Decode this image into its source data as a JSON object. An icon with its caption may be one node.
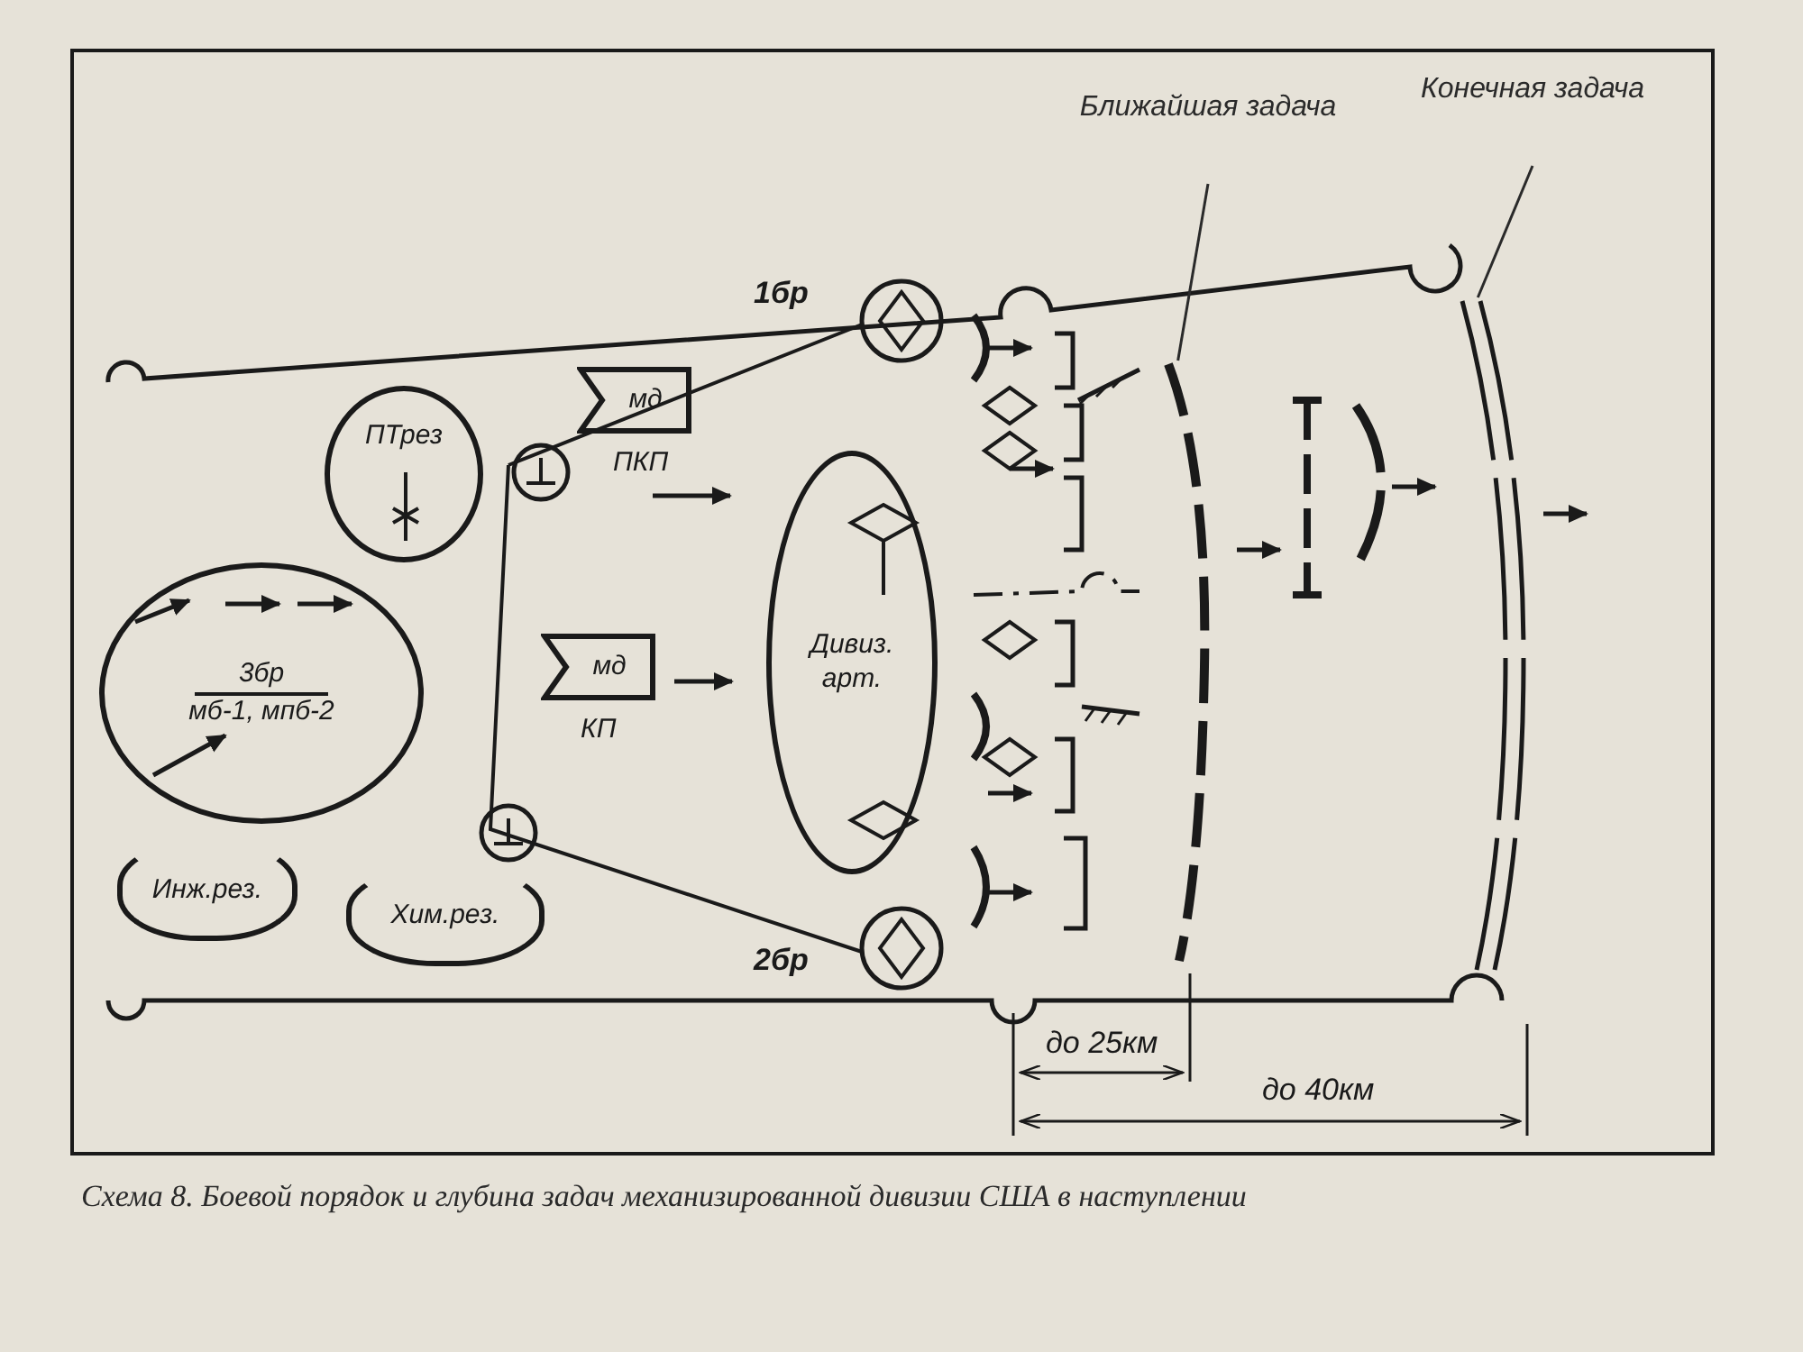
{
  "diagram": {
    "caption": "Схема 8. Боевой порядок и глубина задач механизированной дивизии США в наступлении",
    "nodes": [
      {
        "text": [
          "ПТрез"
        ]
      },
      {
        "text": [
          "3бр",
          "мб-1, мпб-2"
        ]
      },
      {
        "text": [
          "Инж.рез."
        ]
      },
      {
        "text": [
          "Хим.рез."
        ]
      },
      {
        "text": [
          "мд"
        ],
        "beside": [
          "ПКП"
        ]
      },
      {
        "text": [
          "мд"
        ],
        "beside": [
          "КП"
        ]
      },
      {
        "text": [
          "Дивиз. арт."
        ]
      },
      {
        "text": [
          "Ближайшая задача"
        ]
      },
      {
        "text": [
          "Конечная задача"
        ]
      },
      {
        "text": [],
        "shape": "line"
      },
      {
        "text": [],
        "shape": "line"
      }
    ],
    "edges": [
      {
        "from": 7,
        "to": 9,
        "arrow": "none"
      },
      {
        "from": 8,
        "to": 10,
        "arrow": "none"
      }
    ],
    "labels": [
      "1бр",
      "2бр",
      "до 25км",
      "до 40км"
    ]
  }
}
